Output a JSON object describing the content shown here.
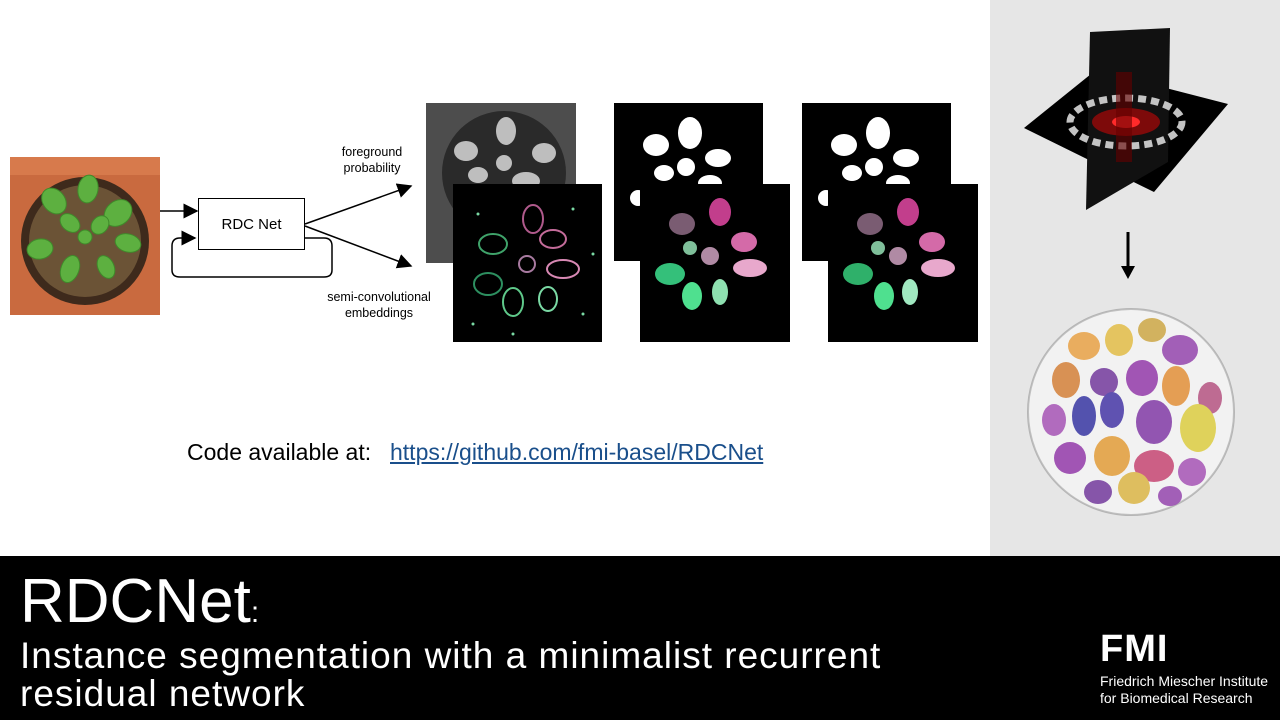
{
  "diagram": {
    "rdc_box_label": "RDC Net",
    "output_top_label": [
      "foreground",
      "probability"
    ],
    "output_bottom_label": [
      "semi-convolutional",
      "embeddings"
    ],
    "plant_image": "plant-photo",
    "colors": {
      "leaf_green": "#4fa83a",
      "embedding_pink": "#e08ab8",
      "embedding_green": "#4fe08f",
      "footer_bg": "#000000",
      "link": "#1a4f8b"
    }
  },
  "code": {
    "label": "Code available at:",
    "url": "https://github.com/fmi-basel/RDCNet"
  },
  "footer": {
    "title": "RDCNet",
    "title_colon": ":",
    "subtitle_line1": "Instance segmentation with a minimalist recurrent",
    "subtitle_line2": "residual network",
    "logo_text": "FMI",
    "institute_line1": "Friedrich Miescher Institute",
    "institute_line2": "for Biomedical Research"
  }
}
